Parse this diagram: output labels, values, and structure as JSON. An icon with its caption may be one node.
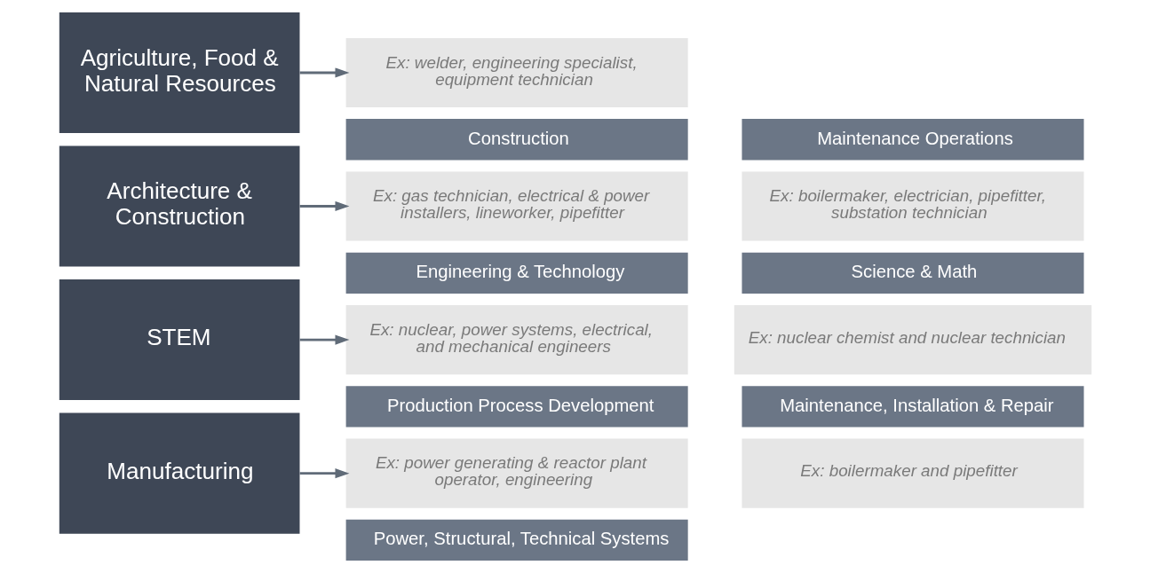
{
  "diagram": {
    "nodes": [
      {
        "text": [
          "Agriculture, Food & Natural Resources"
        ]
      },
      {
        "text": [
          "Power, Structural, Technical Systems"
        ]
      },
      {
        "text": [
          "Ex: welder, engineering specialist, equipment technician"
        ]
      },
      {
        "text": [
          "Architecture & Construction"
        ]
      },
      {
        "text": [
          "Construction"
        ]
      },
      {
        "text": [
          "Ex: gas technician, electrical & power installers, lineworker, pipefitter"
        ]
      },
      {
        "text": [
          "Maintenance Operations"
        ]
      },
      {
        "text": [
          "Ex: boilermaker, electrician, pipefitter, substation technician"
        ]
      },
      {
        "text": [
          "STEM"
        ]
      },
      {
        "text": [
          "Engineering & Technology"
        ]
      },
      {
        "text": [
          "Ex: nuclear, power systems, electrical, and mechanical engineers"
        ]
      },
      {
        "text": [
          "Science & Math"
        ]
      },
      {
        "text": [
          "Ex: nuclear chemist and nuclear technician"
        ]
      },
      {
        "text": [
          "Manufacturing"
        ]
      },
      {
        "text": [
          "Production Process Development"
        ]
      },
      {
        "text": [
          "Ex: power generating & reactor plant operator, engineering"
        ]
      },
      {
        "text": [
          "Maintenance, Installation & Repair"
        ]
      },
      {
        "text": [
          "Ex: boilermaker and pipefitter"
        ]
      }
    ],
    "edges": [
      {
        "from": 0,
        "to": 2,
        "arrow": "to"
      },
      {
        "from": 3,
        "to": 5,
        "arrow": "to"
      },
      {
        "from": 8,
        "to": 10,
        "arrow": "to"
      },
      {
        "from": 13,
        "to": 15,
        "arrow": "to"
      }
    ]
  }
}
